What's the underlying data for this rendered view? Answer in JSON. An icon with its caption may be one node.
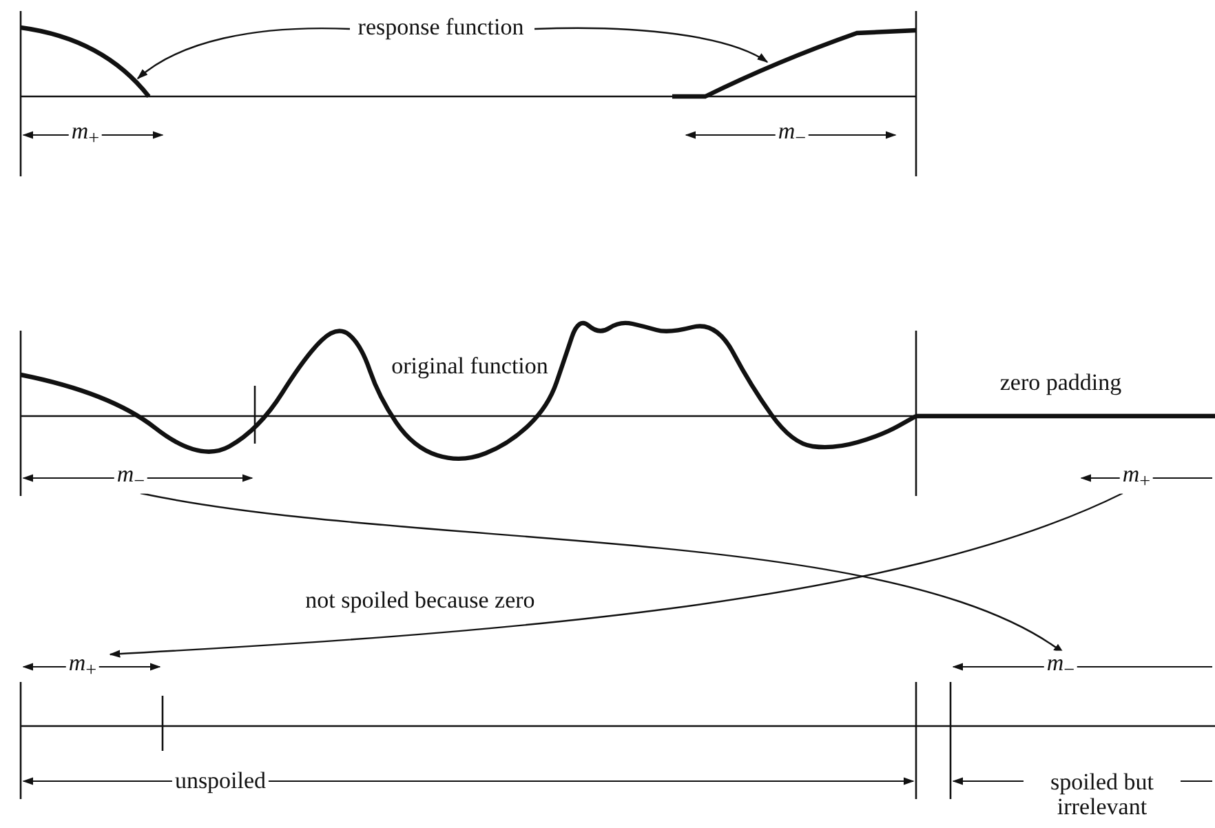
{
  "diagram": {
    "nodes": [
      {
        "text": [
          "response function"
        ]
      },
      {
        "text": [],
        "shape": "curve"
      },
      {
        "text": [],
        "shape": "curve"
      },
      {
        "text": [
          "*m*$_{−}$"
        ]
      },
      {
        "text": [
          "*m*$_{+}$"
        ]
      },
      {
        "text": [
          "*m*$_{−}$"
        ]
      },
      {
        "text": [
          "*m*$_{+}$"
        ]
      }
    ],
    "edges": [
      {
        "from": 0,
        "to": 1,
        "arrow": "to"
      },
      {
        "from": 0,
        "to": 2,
        "arrow": "to"
      },
      {
        "from": 3,
        "to": 5,
        "arrow": "to"
      },
      {
        "from": 4,
        "to": 6,
        "arrow": "to"
      }
    ],
    "labels": [
      "*m*$_{+}$",
      "*m*$_{−}$",
      "original function",
      "zero padding",
      "not spoiled because zero",
      "unspoiled",
      "spoiled but irrelevant"
    ]
  }
}
